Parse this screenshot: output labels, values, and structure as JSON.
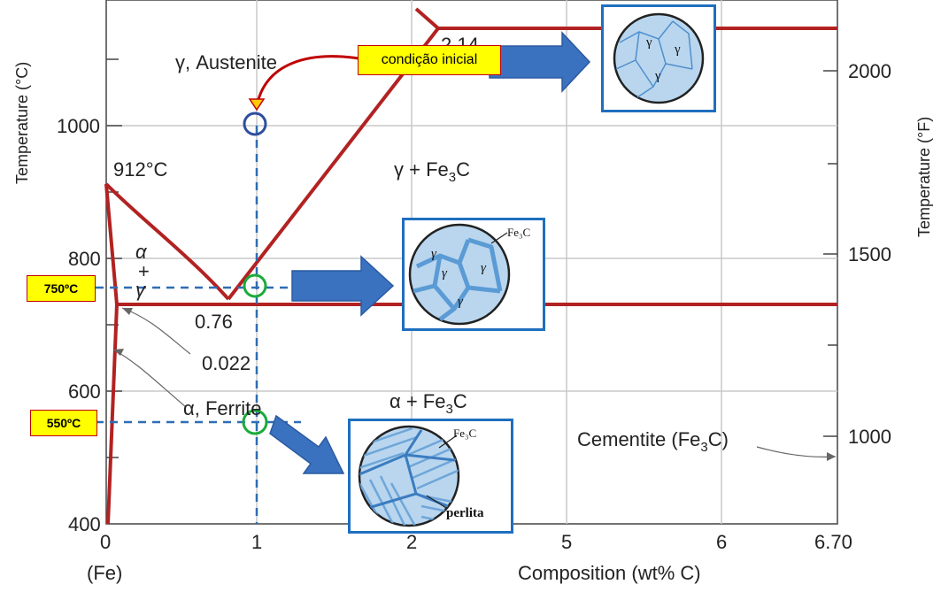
{
  "colors": {
    "phase_line": "#b22222",
    "grid": "#c8c8c8",
    "dashed_line": "#2e6db4",
    "circle_blue": "#2e4f9e",
    "circle_green": "#1aab3a",
    "arrow_fill": "#3a72c0",
    "highlight_yellow": "#ffff00",
    "grain_fill": "#b9d6ee",
    "grain_boundary": "#4f8fce"
  },
  "axes": {
    "left_title": "Temperature (°C)",
    "right_title": "Temperature (°F)",
    "bottom_title": "Composition (wt% C)",
    "bottom_fe": "(Fe)",
    "left_ticks": [
      "1000",
      "800",
      "600",
      "400"
    ],
    "right_ticks": [
      "2000",
      "1500",
      "1000"
    ],
    "bottom_ticks": [
      "0",
      "1",
      "2",
      "5",
      "6",
      "6.70"
    ]
  },
  "regions": {
    "austenite": "γ, Austenite",
    "eutectoid_temp": "912°C",
    "alpha_gamma_a": "α",
    "alpha_gamma_plus": "+",
    "alpha_gamma_g": "γ",
    "gamma_fe3c_prefix": "γ + Fe",
    "gamma_fe3c_sub": "3",
    "gamma_fe3c_suffix": "C",
    "eutectoid_comp": "0.76",
    "max_solubility": "0.022",
    "ferrite": "α, Ferrite",
    "alpha_fe3c_prefix": "α + Fe",
    "alpha_fe3c_sub": "3",
    "alpha_fe3c_suffix": "C",
    "cementite_prefix": "Cementite (Fe",
    "cementite_sub": "3",
    "cementite_suffix": "C)",
    "top_partial": "2.14"
  },
  "callouts": {
    "initial_condition": "condição inicial",
    "temp_750": "750ºC",
    "temp_550": "550ºC"
  },
  "micrographs": {
    "austenite": {
      "grains": [
        "γ",
        "γ",
        "γ"
      ]
    },
    "two_phase": {
      "grains": [
        "γ",
        "γ",
        "γ",
        "γ"
      ],
      "label": "Fe₃C"
    },
    "pearlite": {
      "label_fe3c": "Fe₃C",
      "label_perlita": "perlita"
    }
  }
}
